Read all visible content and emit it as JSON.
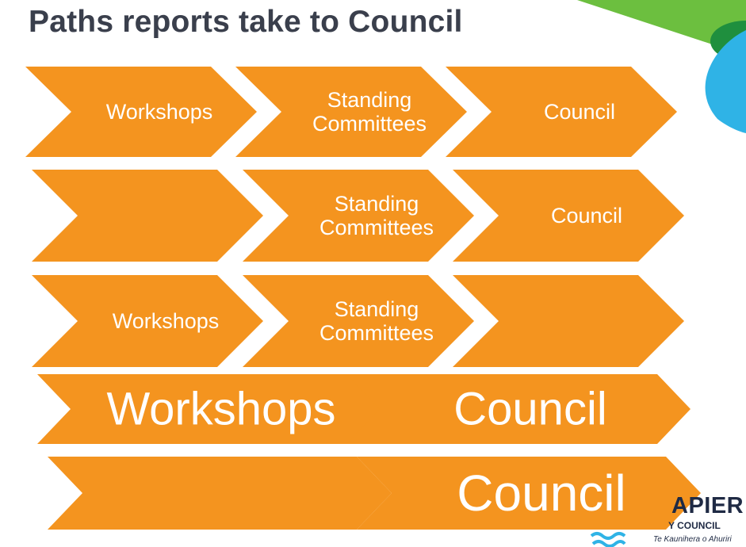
{
  "title": "Paths reports take to Council",
  "rows": [
    {
      "name": "row-1",
      "steps": [
        {
          "lines": [
            "Workshops"
          ]
        },
        {
          "lines": [
            "Standing",
            "Committees"
          ]
        },
        {
          "lines": [
            "Council"
          ]
        }
      ]
    },
    {
      "name": "row-2",
      "steps": [
        {
          "lines": []
        },
        {
          "lines": [
            "Standing",
            "Committees"
          ]
        },
        {
          "lines": [
            "Council"
          ]
        }
      ]
    },
    {
      "name": "row-3",
      "steps": [
        {
          "lines": [
            "Workshops"
          ]
        },
        {
          "lines": [
            "Standing",
            "Committees"
          ]
        },
        {
          "lines": []
        }
      ]
    },
    {
      "name": "row-4",
      "steps": [
        {
          "lines": [
            "Workshops"
          ]
        },
        {
          "lines": [
            "Council"
          ]
        }
      ]
    },
    {
      "name": "row-5",
      "steps": [
        {
          "lines": []
        },
        {
          "lines": [
            "Council"
          ]
        }
      ]
    }
  ],
  "logo": {
    "name": "APIER",
    "subtitle": "Y COUNCIL",
    "maori": "Te Kaunihera o Ahuriri"
  },
  "colors": {
    "chevron": "#f4941f",
    "title": "#3a3f4c",
    "green": "#6cbf3f",
    "dark_green": "#1f8f3e",
    "blue": "#2fb3e6",
    "logo_text": "#1f2a44"
  }
}
